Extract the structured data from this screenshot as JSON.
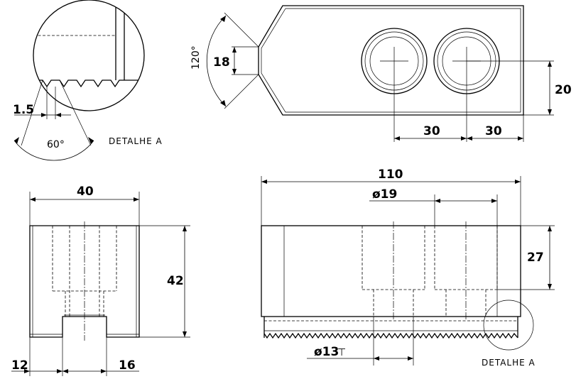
{
  "detail_label": "DETALHE A",
  "views": {
    "detail": {
      "pitch": "1.5",
      "tooth_angle": "60°"
    },
    "top": {
      "bevel_angle": "120°",
      "bevel_width": "18",
      "edge_offset": "20",
      "spacing_left": "30",
      "spacing_right": "30"
    },
    "side": {
      "width": "40",
      "height": "42",
      "slot_left": "12",
      "slot_width": "16"
    },
    "front": {
      "length": "110",
      "bore_diameter": "ø19",
      "counterbore_depth": "27",
      "hole_diameter": "ø13",
      "hole_depth_symbol": "⊤"
    }
  }
}
